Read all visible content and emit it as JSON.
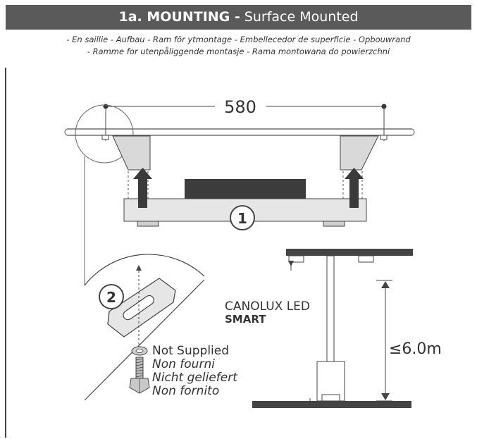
{
  "header": {
    "bold": "1a. MOUNTING -",
    "normal": " Surface Mounted"
  },
  "subtitle": {
    "line1": "- En saillie - Aufbau - Ram för ytmontage - Embellecedor de superficie - Opbouwrand",
    "line2": "- Ramme for utenpåliggende montasje - Rama montowana do powierzchni"
  },
  "dimensions": {
    "width": "580",
    "height": "≤6.0m"
  },
  "steps": {
    "step1": "1",
    "step2": "2"
  },
  "notes": {
    "supplied": [
      "Not Supplied",
      "Non fourni",
      "Nicht geliefert",
      "Non fornito"
    ]
  },
  "product": {
    "name": "CANOLUX LED",
    "variant": "SMART"
  },
  "colors": {
    "header_bg": "#5a5a5a",
    "line": "#444444",
    "fill_gray": "#d9d9d9",
    "dark": "#333333"
  }
}
